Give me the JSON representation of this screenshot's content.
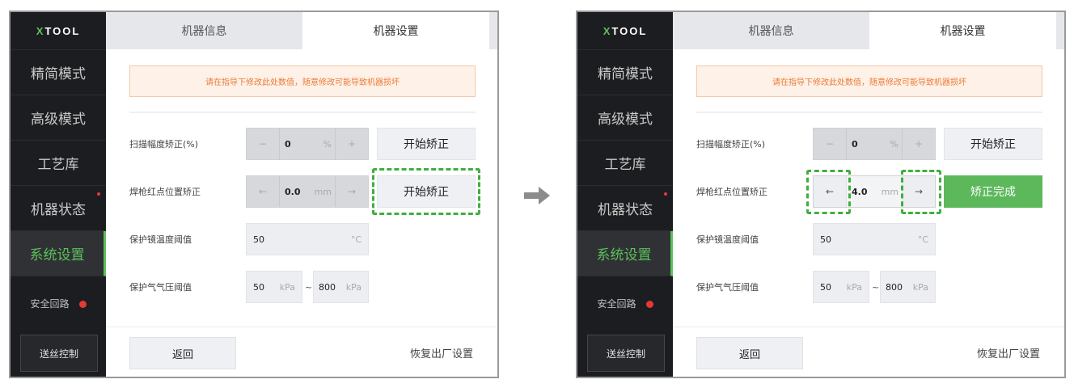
{
  "panels": [
    {
      "logo": "XTOOL",
      "nav": [
        "精简模式",
        "高级模式",
        "工艺库",
        "机器状态",
        "系统设置"
      ],
      "safety_label": "安全回路",
      "wire_button": "送丝控制",
      "tabs": [
        "机器信息",
        "机器设置"
      ],
      "warning": "请在指导下修改此处数值，随意修改可能导致机器损坏",
      "rows": {
        "scan": {
          "label": "扫描幅度矫正(%)",
          "minus": "−",
          "value": "0",
          "unit": "%",
          "plus": "+",
          "button": "开始矫正"
        },
        "red": {
          "label": "焊枪红点位置矫正",
          "left": "←",
          "value": "0.0",
          "unit": "mm",
          "right": "→",
          "button": "开始矫正"
        },
        "temp": {
          "label": "保护镜温度阈值",
          "value": "50",
          "unit": "°C"
        },
        "gas": {
          "label": "保护气气压阈值",
          "min": "50",
          "min_unit": "kPa",
          "sep": "~",
          "max": "800",
          "max_unit": "kPa"
        }
      },
      "back": "返回",
      "reset": "恢复出厂设置"
    },
    {
      "logo": "XTOOL",
      "nav": [
        "精简模式",
        "高级模式",
        "工艺库",
        "机器状态",
        "系统设置"
      ],
      "safety_label": "安全回路",
      "wire_button": "送丝控制",
      "tabs": [
        "机器信息",
        "机器设置"
      ],
      "warning": "请在指导下修改此处数值，随意修改可能导致机器损坏",
      "rows": {
        "scan": {
          "label": "扫描幅度矫正(%)",
          "minus": "−",
          "value": "0",
          "unit": "%",
          "plus": "+",
          "button": "开始矫正"
        },
        "red": {
          "label": "焊枪红点位置矫正",
          "left": "←",
          "value": "4.0",
          "unit": "mm",
          "right": "→",
          "button": "矫正完成"
        },
        "temp": {
          "label": "保护镜温度阈值",
          "value": "50",
          "unit": "°C"
        },
        "gas": {
          "label": "保护气气压阈值",
          "min": "50",
          "min_unit": "kPa",
          "sep": "~",
          "max": "800",
          "max_unit": "kPa"
        }
      },
      "back": "返回",
      "reset": "恢复出厂设置"
    }
  ],
  "colors": {
    "accent": "#5cb85a",
    "highlight": "#3fae3f",
    "warning": "#ee7a35",
    "sidebar": "#1c1d20"
  }
}
